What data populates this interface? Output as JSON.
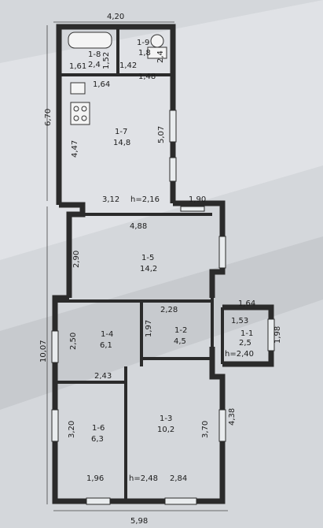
{
  "rooms": [
    {
      "id": "1-8",
      "area": "2,4"
    },
    {
      "id": "1-9",
      "area": "1,8"
    },
    {
      "id": "1-7",
      "area": "14,8"
    },
    {
      "id": "1-5",
      "area": "14,2"
    },
    {
      "id": "1-4",
      "area": "6,1"
    },
    {
      "id": "1-2",
      "area": "4,5"
    },
    {
      "id": "1-1",
      "area": "2,5"
    },
    {
      "id": "1-6",
      "area": "6,3"
    },
    {
      "id": "1-3",
      "area": "10,2"
    }
  ],
  "dimensions": {
    "top_width": "4,20",
    "left_upper": "6,70",
    "left_lower": "10,07",
    "bottom_width": "5,98",
    "bath_h": "1,52",
    "bath_w": "1,61",
    "wc_w1": "1,42",
    "wc_h": "2,4",
    "wc_w2": "1,48",
    "kitchen_w": "1,64",
    "kitchen_h_left": "4,47",
    "kitchen_h_right": "5,07",
    "step_w": "3,12",
    "right_w": "1,90",
    "living_w": "4,88",
    "living_h": "2,90",
    "hall_w": "2,28",
    "porch_w": "1,64",
    "porch_inner": "1,53",
    "porch_h": "1,98",
    "bed_h": "2,50",
    "corr_h": "1,97",
    "lower_w": "2,43",
    "small_h": "3,20",
    "big_h": "3,70",
    "right_h": "4,38",
    "bottom_small": "1,96",
    "bottom_big": "2,84"
  },
  "heights": {
    "upper": "h=2,16",
    "porch": "h=2,40",
    "lower": "h=2,48"
  }
}
